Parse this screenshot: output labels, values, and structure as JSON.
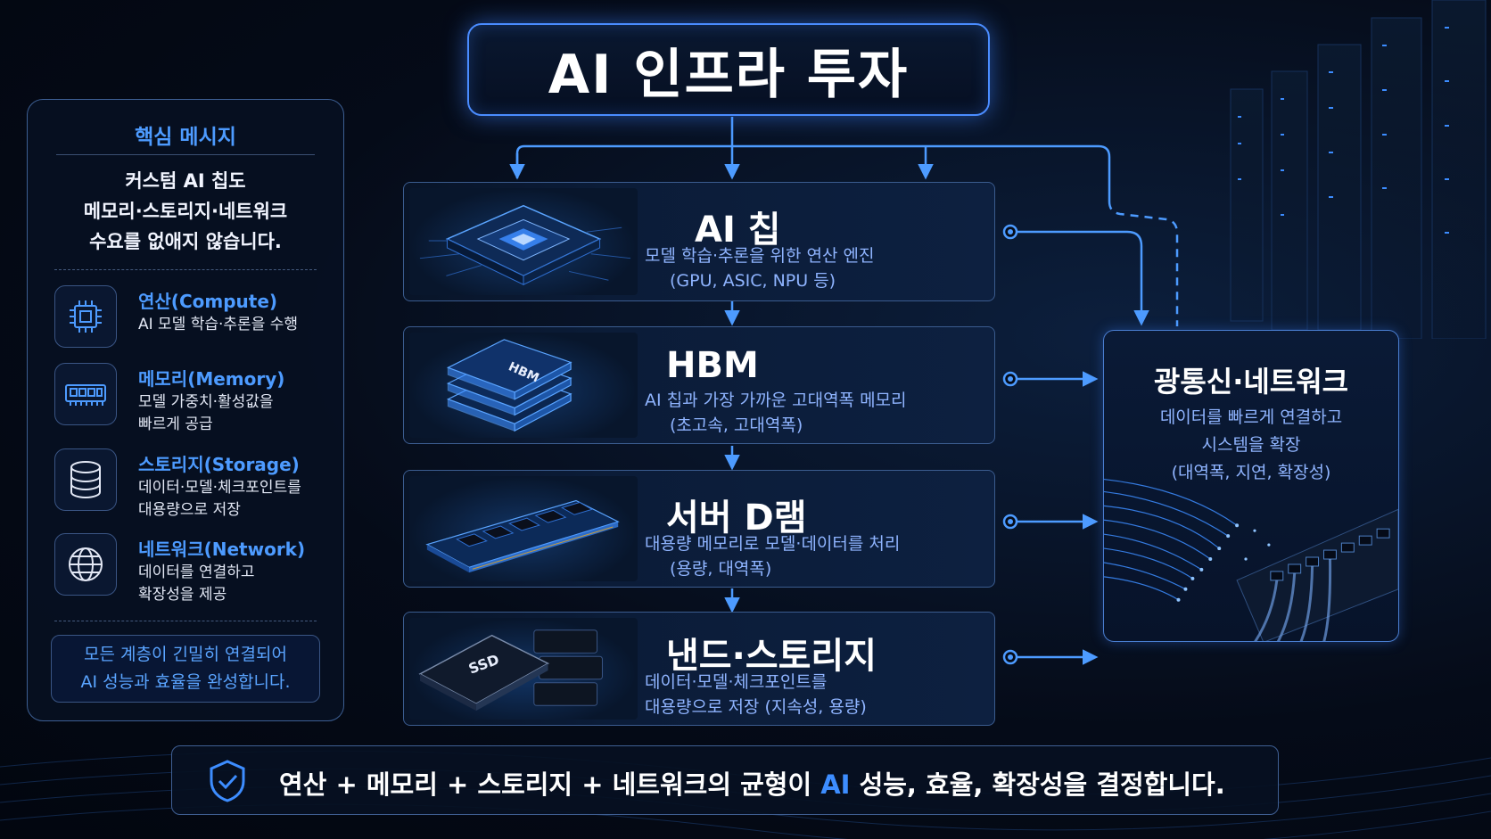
{
  "title": "AI 인프라 투자",
  "left_panel": {
    "heading": "핵심 메시지",
    "message": [
      "커스텀 AI 칩도",
      "메모리·스토리지·네트워크",
      "수요를 없애지 않습니다."
    ],
    "items": [
      {
        "title": "연산(Compute)",
        "desc": [
          "AI 모델 학습·추론을 수행"
        ]
      },
      {
        "title": "메모리(Memory)",
        "desc": [
          "모델 가중치·활성값을",
          "빠르게 공급"
        ]
      },
      {
        "title": "스토리지(Storage)",
        "desc": [
          "데이터·모델·체크포인트를",
          "대용량으로 저장"
        ]
      },
      {
        "title": "네트워크(Network)",
        "desc": [
          "데이터를 연결하고",
          "확장성을 제공"
        ]
      }
    ],
    "note": [
      "모든 계층이 긴밀히 연결되어",
      "AI 성능과 효율을 완성합니다."
    ]
  },
  "cards": [
    {
      "title": "AI 칩",
      "desc": [
        "모델 학습·추론을 위한 연산 엔진",
        "(GPU, ASIC, NPU 등)"
      ]
    },
    {
      "title": "HBM",
      "badge": "HBM",
      "desc": [
        "AI 칩과 가장 가까운 고대역폭 메모리",
        "(초고속, 고대역폭)"
      ]
    },
    {
      "title": "서버 D램",
      "desc": [
        "대용량 메모리로 모델·데이터를 처리",
        "(용량, 대역폭)"
      ]
    },
    {
      "title": "낸드·스토리지",
      "badge": "SSD",
      "desc": [
        "데이터·모델·체크포인트를",
        "대용량으로 저장 (지속성, 용량)"
      ]
    }
  ],
  "right_panel": {
    "title": "광통신·네트워크",
    "desc": [
      "데이터를 빠르게 연결하고",
      "시스템을 확장",
      "(대역폭, 지연, 확장성)"
    ]
  },
  "bottom": {
    "text_before": "연산 + 메모리 + 스토리지 + 네트워크의 균형이 ",
    "text_highlight": "AI",
    "text_after": " 성능, 효율, 확장성을 결정합니다."
  },
  "colors": {
    "accent": "#4d9bff",
    "border": "#3b5c8f",
    "background": "#050b18"
  },
  "icons": [
    "cpu-icon",
    "memory-icon",
    "database-icon",
    "globe-icon",
    "shield-check-icon"
  ]
}
